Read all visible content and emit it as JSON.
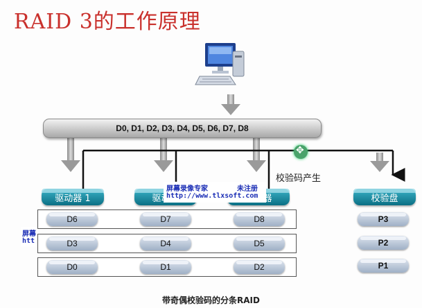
{
  "title": "RAID 3的工作原理",
  "data_bar": "D0, D1, D2, D3, D4, D5, D6, D7, D8",
  "parity_label": "校验码产生",
  "drives": [
    {
      "label": "驱动器 1",
      "disks": [
        "D6",
        "D3",
        "D0"
      ]
    },
    {
      "label": "驱动器",
      "disks": [
        "D7",
        "D4",
        "D1"
      ]
    },
    {
      "label": "驱动器",
      "disks": [
        "D8",
        "D5",
        "D2"
      ]
    },
    {
      "label": "校验盘",
      "disks": [
        "P3",
        "P2",
        "P1"
      ]
    }
  ],
  "caption": "带奇偶校验码的分条RAID",
  "watermark": {
    "line1": "屏幕录像专家",
    "line1b": "未注册",
    "url": "http://www.tlxsoft.com",
    "fragment_1": "屏幕",
    "fragment_2": "htt"
  },
  "colors": {
    "title": "#c9302c",
    "drive_label": "#1591a8",
    "watermark_text": "#1a2db5"
  }
}
